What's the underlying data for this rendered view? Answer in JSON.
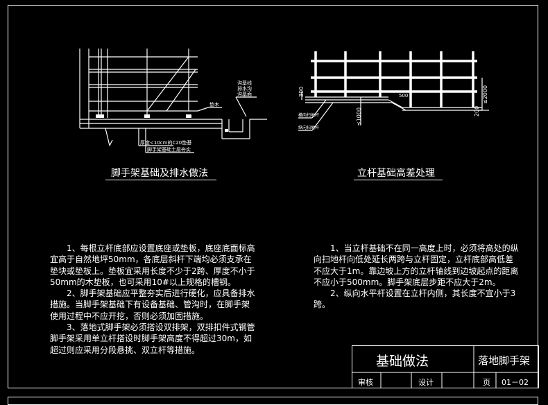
{
  "figure_left": {
    "caption": "脚手架基础及排水做法",
    "labels": {
      "bed": "垫木",
      "ditch1": "沟基线",
      "ditch2": "排水沟",
      "ditch3": "沟基面",
      "concrete": "厚度<10cm的C20垫基",
      "soil": "脚手架基础土层夯实"
    }
  },
  "figure_right": {
    "caption": "立杆基础高差处理",
    "labels": {
      "dim_300": "300",
      "dim_500": "500",
      "dim_1000": "≤1000",
      "dim_200": "200",
      "dim_2000": "≤2000",
      "sweep_h": "横向扫地杆",
      "sweep_v": "纵向扫地杆"
    }
  },
  "notes_left": [
    "1、每根立杆底部应设置底座或垫板，底座底面标高宜高于自然地坪50mm，各底层斜杆下端均必须支承在垫块或垫板上。垫板宜采用长度不少于2跨、厚度不小于50mm的木垫板，也可采用10#以上规格的槽钢。",
    "2、脚手架基础应平整夯实后进行硬化，应具备排水措施。当脚手架基础下有设备基础、管沟时，在脚手架使用过程中不应开挖，否则必须加固措施。",
    "3、落地式脚手架必须搭设双排架，双排扣件式钢管脚手架采用单立杆搭设时脚手架高度不得超过30m，如超过则应采用分段悬挑、双立杆等措施。"
  ],
  "notes_right": [
    "1、当立杆基础不在同一高度上时，必须将高处的纵向扫地杆向低处延长两跨与立杆固定，立杆底部高低差不应大于1m。靠边坡上方的立杆轴线到边坡起点的距离不应小于500mm。脚手架底层步距不应大于2m。",
    "2、纵向水平杆设置在立杆内侧，其长度不宜小于3跨。"
  ],
  "title_block": {
    "drawing_name": "基础做法",
    "project": "落地脚手架",
    "review": "审核",
    "design": "设计",
    "page_label": "页",
    "page_no": "01－02"
  }
}
